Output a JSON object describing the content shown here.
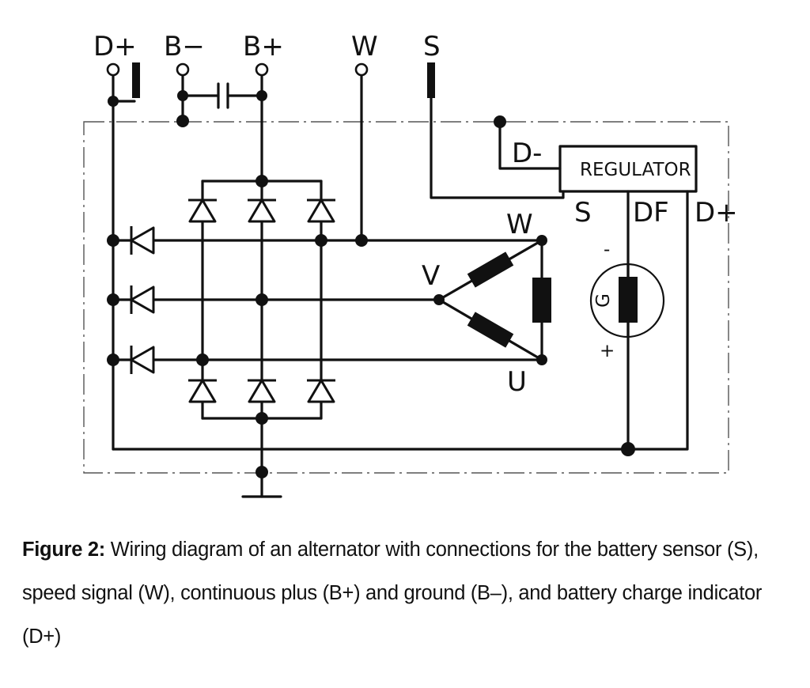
{
  "diagram": {
    "terminals": {
      "d_plus": "D+",
      "b_minus": "B−",
      "b_plus": "B+",
      "w": "W",
      "s": "S"
    },
    "regulator": {
      "box_label": "REGULATOR",
      "d_minus": "D-",
      "s_pin": "S",
      "df_pin": "DF",
      "d_plus_pin": "D+"
    },
    "stator": {
      "w": "W",
      "v": "V",
      "u": "U"
    },
    "generator": {
      "letter": "G",
      "minus": "-",
      "plus": "+"
    }
  },
  "caption": {
    "label": "Figure 2:",
    "text": " Wiring diagram of an alternator with connections for the battery sensor (S), speed signal (W), continuous plus (B+) and ground (B–), and battery charge indicator (D+)"
  }
}
